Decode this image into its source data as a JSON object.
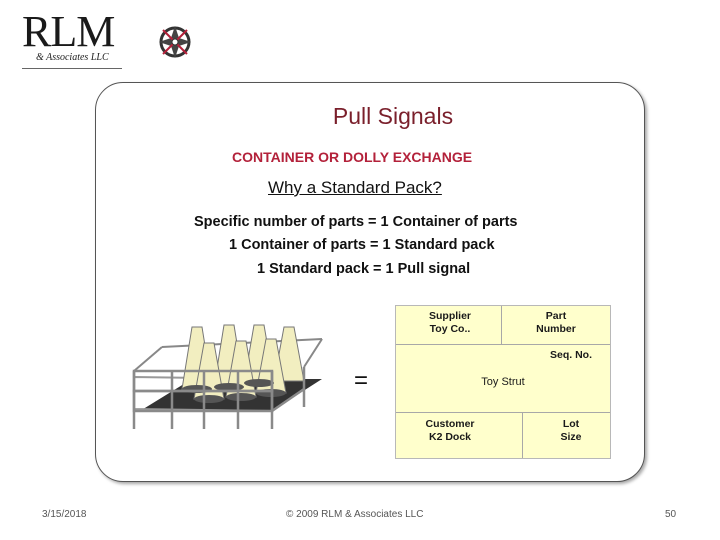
{
  "logo": {
    "name": "RLM",
    "subtitle": "& Associates LLC"
  },
  "slide": {
    "title": "Pull Signals",
    "subtitle": "CONTAINER OR DOLLY EXCHANGE",
    "question": "Why a Standard Pack?",
    "equations": [
      "Specific number of parts = 1 Container of parts",
      "1 Container of parts = 1 Standard pack",
      "1 Standard pack = 1 Pull signal"
    ],
    "equals": "="
  },
  "kanban_card": {
    "supplier_label": "Supplier",
    "supplier_value": "Toy Co..",
    "part_label": "Part",
    "part_label2": "Number",
    "seq_label": "Seq. No.",
    "part_name": "Toy Strut",
    "customer_label": "Customer",
    "customer_value": "K2 Dock",
    "lot_label": "Lot",
    "lot_label2": "Size"
  },
  "footer": {
    "date": "3/15/2018",
    "copyright": "© 2009 RLM & Associates LLC",
    "page": "50"
  }
}
